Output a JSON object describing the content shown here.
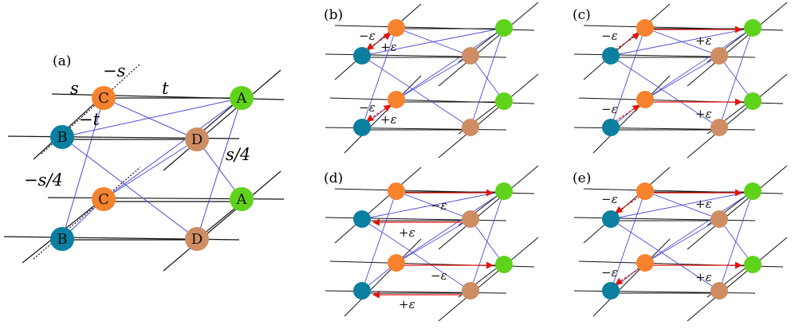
{
  "colors": {
    "A": "#5fd31c",
    "B": "#0a7fa0",
    "C": "#f7822e",
    "D": "#cf8d63",
    "blue_bond": "#4b4bd8",
    "red_arrow": "#e2140f",
    "line": "#111111"
  },
  "panel_a": {
    "tag": "(a)",
    "nodes": {
      "A": "A",
      "B": "B",
      "C": "C",
      "D": "D"
    },
    "params": {
      "minus_s": "−s",
      "s": "s",
      "t": "t",
      "minus_t": "−t",
      "s_over_4": "s/4",
      "minus_s_over_4": "−s/4"
    }
  },
  "panels": [
    {
      "tag": "(b)",
      "labels": [
        "−ε",
        "+ε",
        "−ε",
        "+ε"
      ]
    },
    {
      "tag": "(c)",
      "labels": [
        "−ε",
        "+ε",
        "−ε",
        "+ε"
      ]
    },
    {
      "tag": "(d)",
      "labels": [
        "−ε",
        "+ε",
        "−ε",
        "+ε"
      ]
    },
    {
      "tag": "(e)",
      "labels": [
        "−ε",
        "+ε",
        "−ε",
        "+ε"
      ]
    }
  ]
}
